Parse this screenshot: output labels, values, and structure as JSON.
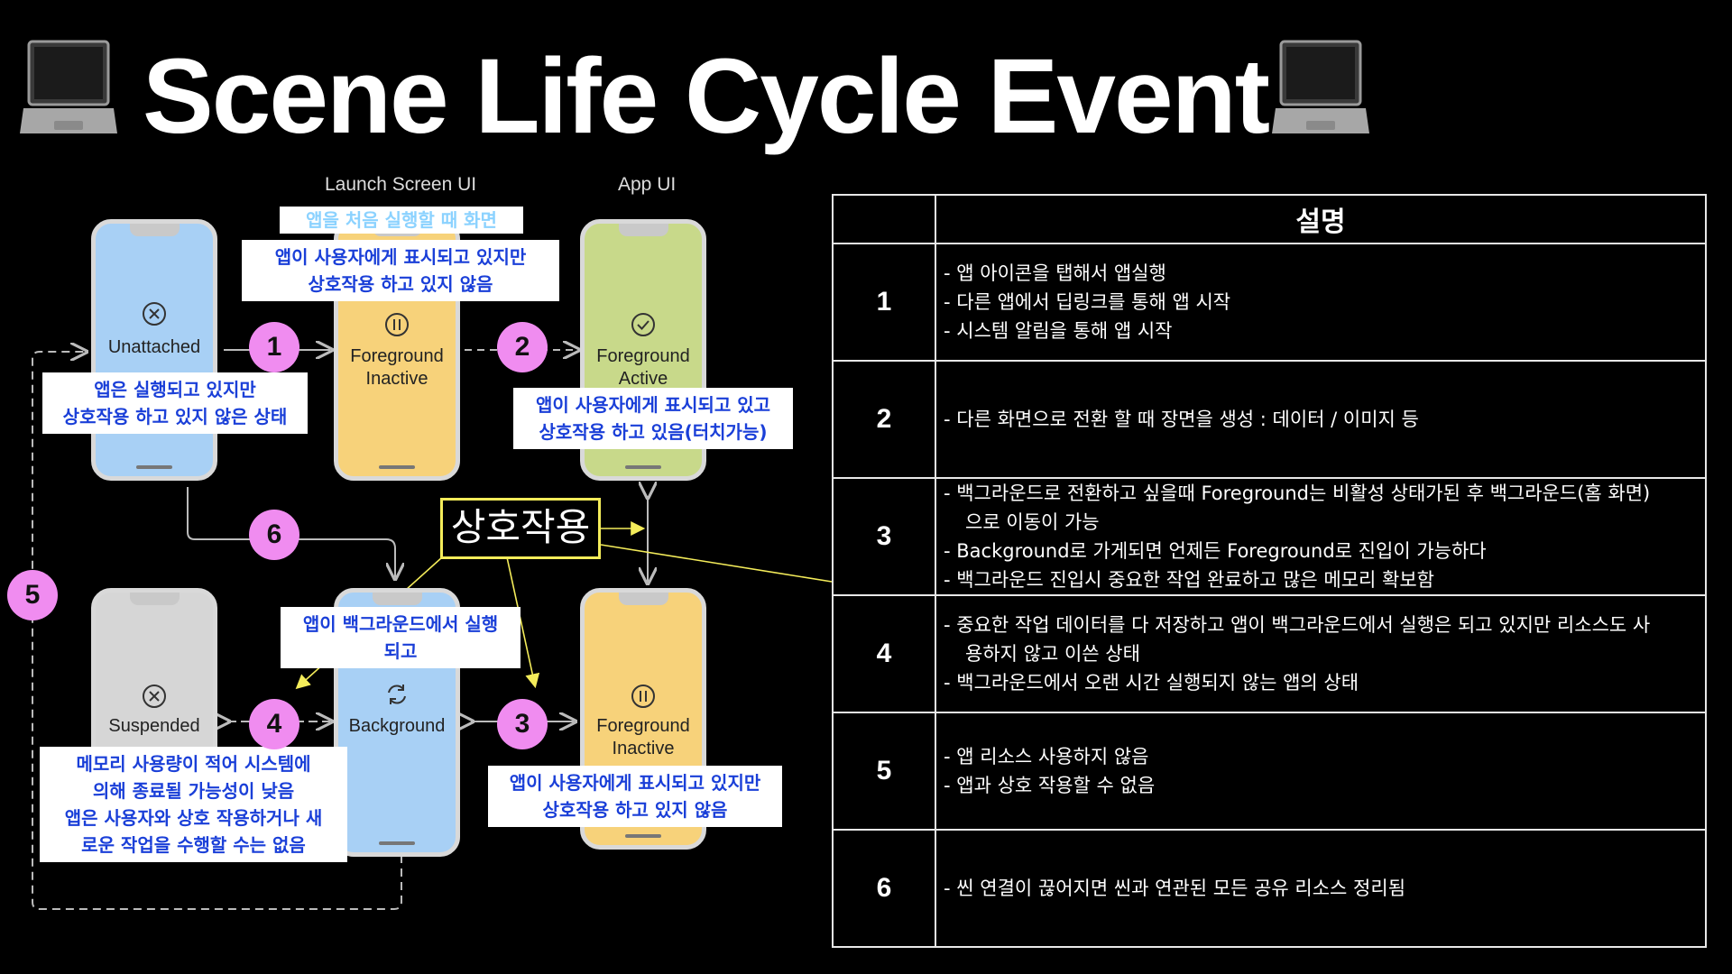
{
  "title": "Scene Life Cycle Event",
  "captions": {
    "launch": "Launch Screen UI",
    "app": "App UI"
  },
  "phones": [
    {
      "id": "unattached",
      "label": "Unattached",
      "icon": "circle-x-icon",
      "color": "#a8d0f5"
    },
    {
      "id": "fg-inactive-top",
      "label": "Foreground\nInactive",
      "icon": "pause-circle-icon",
      "color": "#f7d27a"
    },
    {
      "id": "fg-active",
      "label": "Foreground\nActive",
      "icon": "check-circle-icon",
      "color": "#c8d98a"
    },
    {
      "id": "suspended",
      "label": "Suspended",
      "icon": "circle-x-icon",
      "color": "#d6d6d6"
    },
    {
      "id": "background",
      "label": "Background",
      "icon": "refresh-icon",
      "color": "#a8d0f5"
    },
    {
      "id": "fg-inactive-bottom",
      "label": "Foreground\nInactive",
      "icon": "pause-circle-icon",
      "color": "#f7d27a"
    }
  ],
  "badges": [
    "1",
    "2",
    "3",
    "4",
    "5",
    "6"
  ],
  "notes": {
    "launch_first": "앱을 처음 실행할 때 화면",
    "shown_not_interacting_top": "앱이 사용자에게 표시되고 있지만\n상호작용 하고 있지 않음",
    "running_not_interacting": "앱은 실행되고 있지만\n상호작용 하고 있지 않은 상태",
    "shown_interacting": "앱이 사용자에게 표시되고 있고\n상호작용 하고 있음(터치가능)",
    "background_running": "앱이 백그라운드에서 실행\n되고",
    "memory_low": "메모리 사용량이 적어 시스템에\n의해 종료될 가능성이 낮음\n앱은 사용자와 상호 작용하거나 새\n로운 작업을 수행할 수는 없음",
    "shown_not_interacting_bottom": "앱이 사용자에게 표시되고 있지만\n상호작용 하고 있지 않음"
  },
  "interaction_label": "상호작용",
  "table": {
    "header": "설명",
    "rows": [
      {
        "num": "1",
        "lines": [
          "-  앱 아이콘을 탭해서 앱실행",
          "-  다른 앱에서 딥링크를 통해 앱 시작",
          "-  시스템 알림을 통해 앱 시작"
        ]
      },
      {
        "num": "2",
        "lines": [
          "- 다른 화면으로 전환 할 때 장면을 생성 : 데이터 / 이미지 등"
        ]
      },
      {
        "num": "3",
        "lines": [
          "-  백그라운드로 전환하고 싶을때 Foreground는 비활성 상태가된 후 백그라운드(홈 화면)",
          "으로 이동이 가능",
          "-  Background로 가게되면 언제든 Foreground로 진입이 가능하다",
          "-  백그라운드 진입시 중요한 작업 완료하고 많은 메모리 확보함"
        ]
      },
      {
        "num": "4",
        "lines": [
          "-  중요한 작업 데이터를 다 저장하고 앱이 백그라운드에서 실행은 되고 있지만 리소스도 사",
          "용하지 않고 이쓴 상태",
          "-  백그라운드에서 오랜 시간 실행되지 않는 앱의 상태"
        ]
      },
      {
        "num": "5",
        "lines": [
          "-  앱 리소스 사용하지 않음",
          "-  앱과 상호 작용할 수 없음"
        ]
      },
      {
        "num": "6",
        "lines": [
          "- 씬 연결이 끊어지면 씬과 연관된 모든 공유 리소스 정리됨"
        ]
      }
    ]
  },
  "colors": {
    "badge": "#f08cf0",
    "note_text": "#1a3fd8",
    "note_light_text": "#8bd2ff",
    "highlight": "#f4ec5a"
  }
}
